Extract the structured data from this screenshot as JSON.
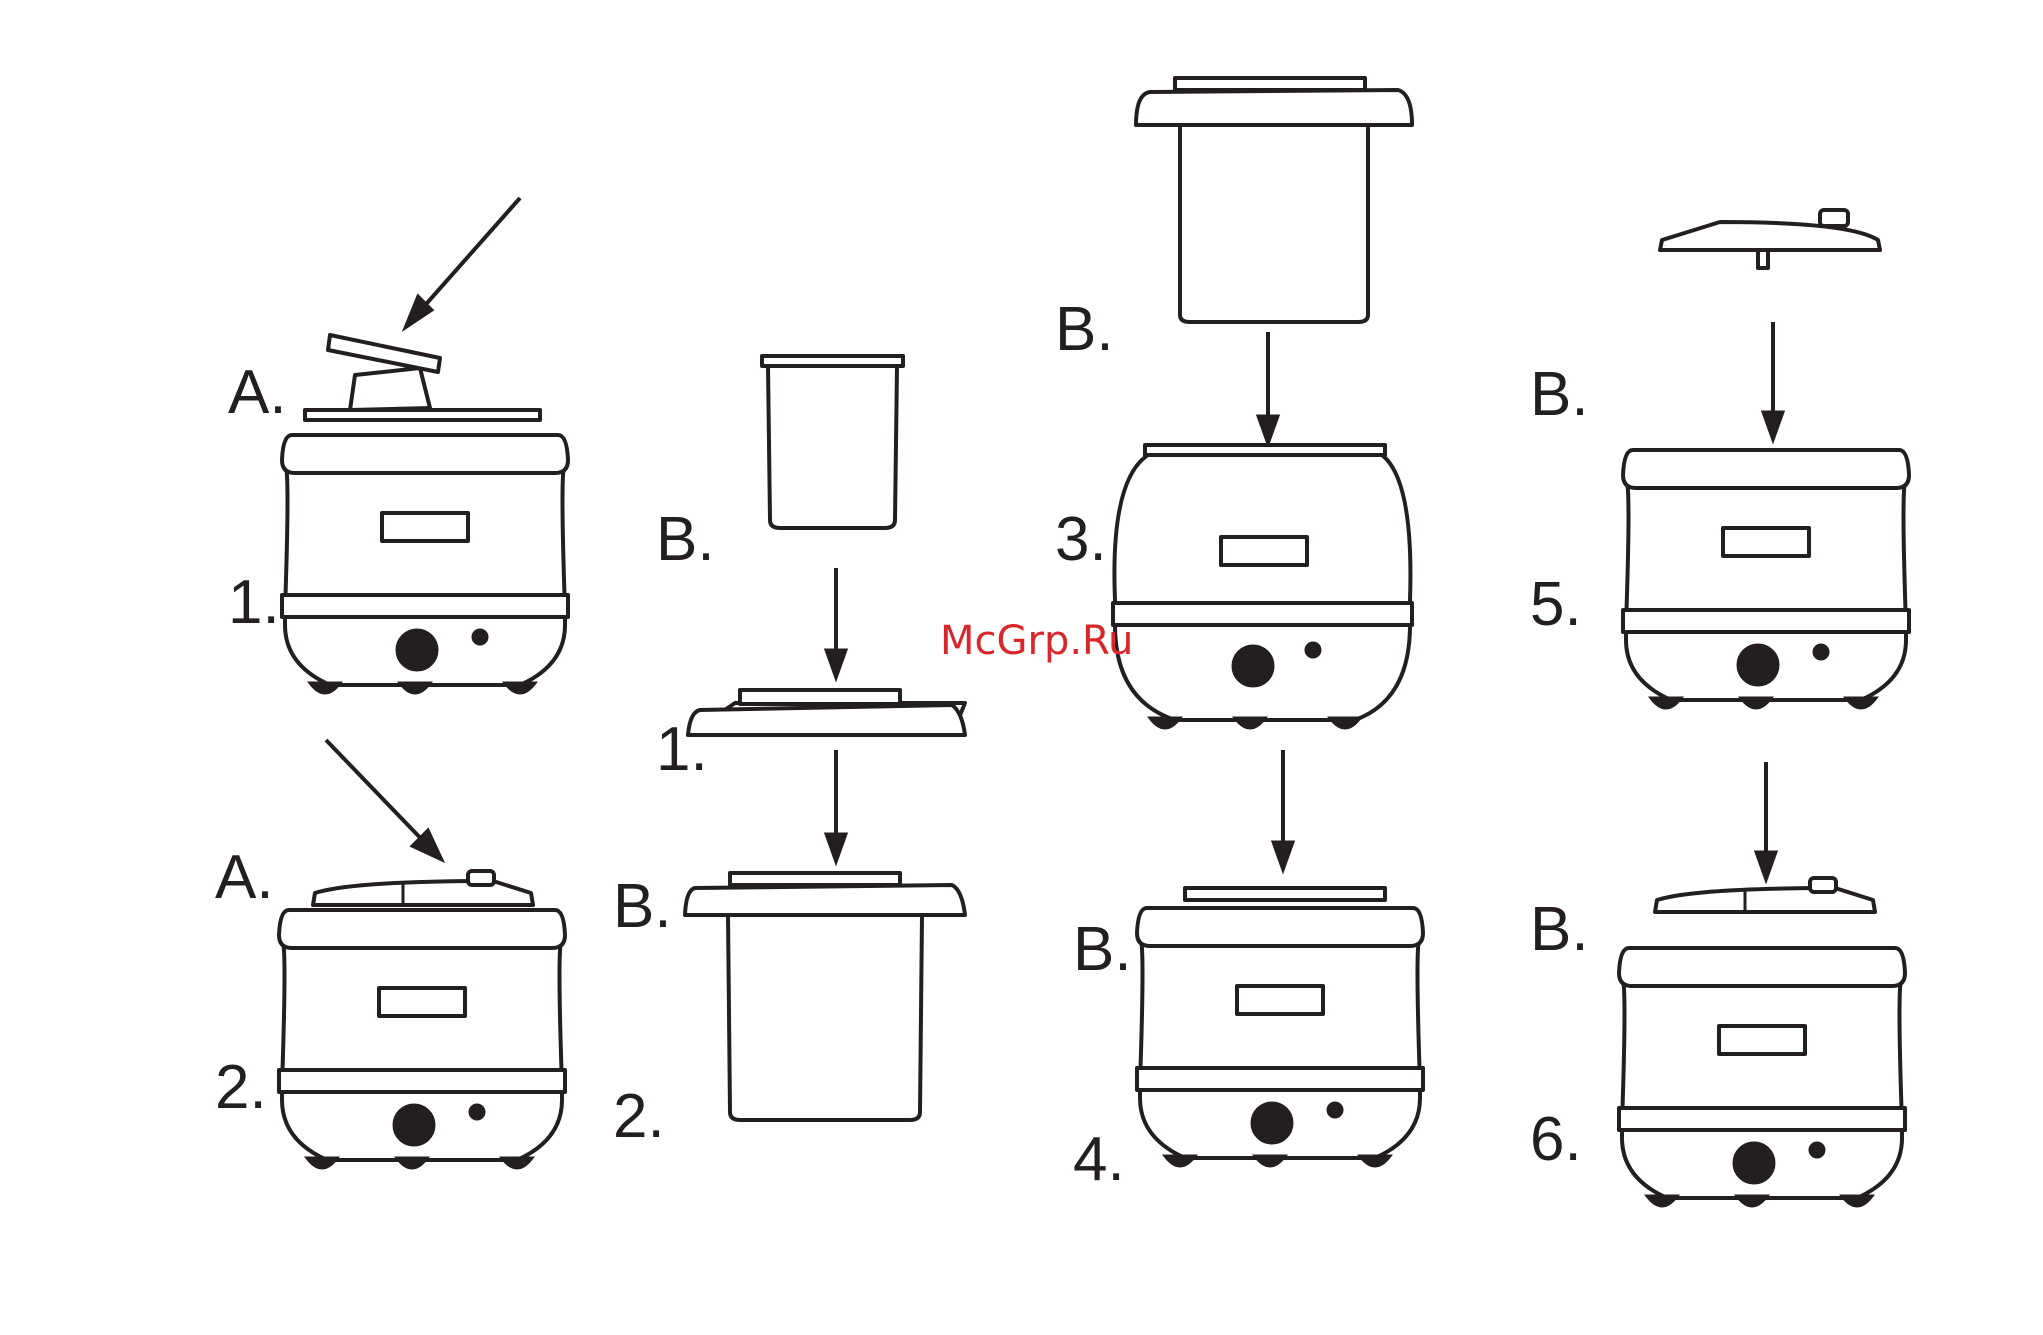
{
  "watermark": "McGrp.Ru",
  "steps": {
    "a1": {
      "letter": "A.",
      "number": "1."
    },
    "a2": {
      "letter": "A.",
      "number": "2."
    },
    "b1": {
      "letter": "B.",
      "number": "1."
    },
    "b2": {
      "letter": "B.",
      "number": "2."
    },
    "b3": {
      "letter": "B.",
      "number": "3."
    },
    "b4": {
      "letter": "B.",
      "number": "4."
    },
    "b5": {
      "letter": "B.",
      "number": "5."
    },
    "b6": {
      "letter": "B.",
      "number": "6."
    }
  },
  "colors": {
    "ink": "#231f20",
    "watermark": "#d9262b"
  }
}
